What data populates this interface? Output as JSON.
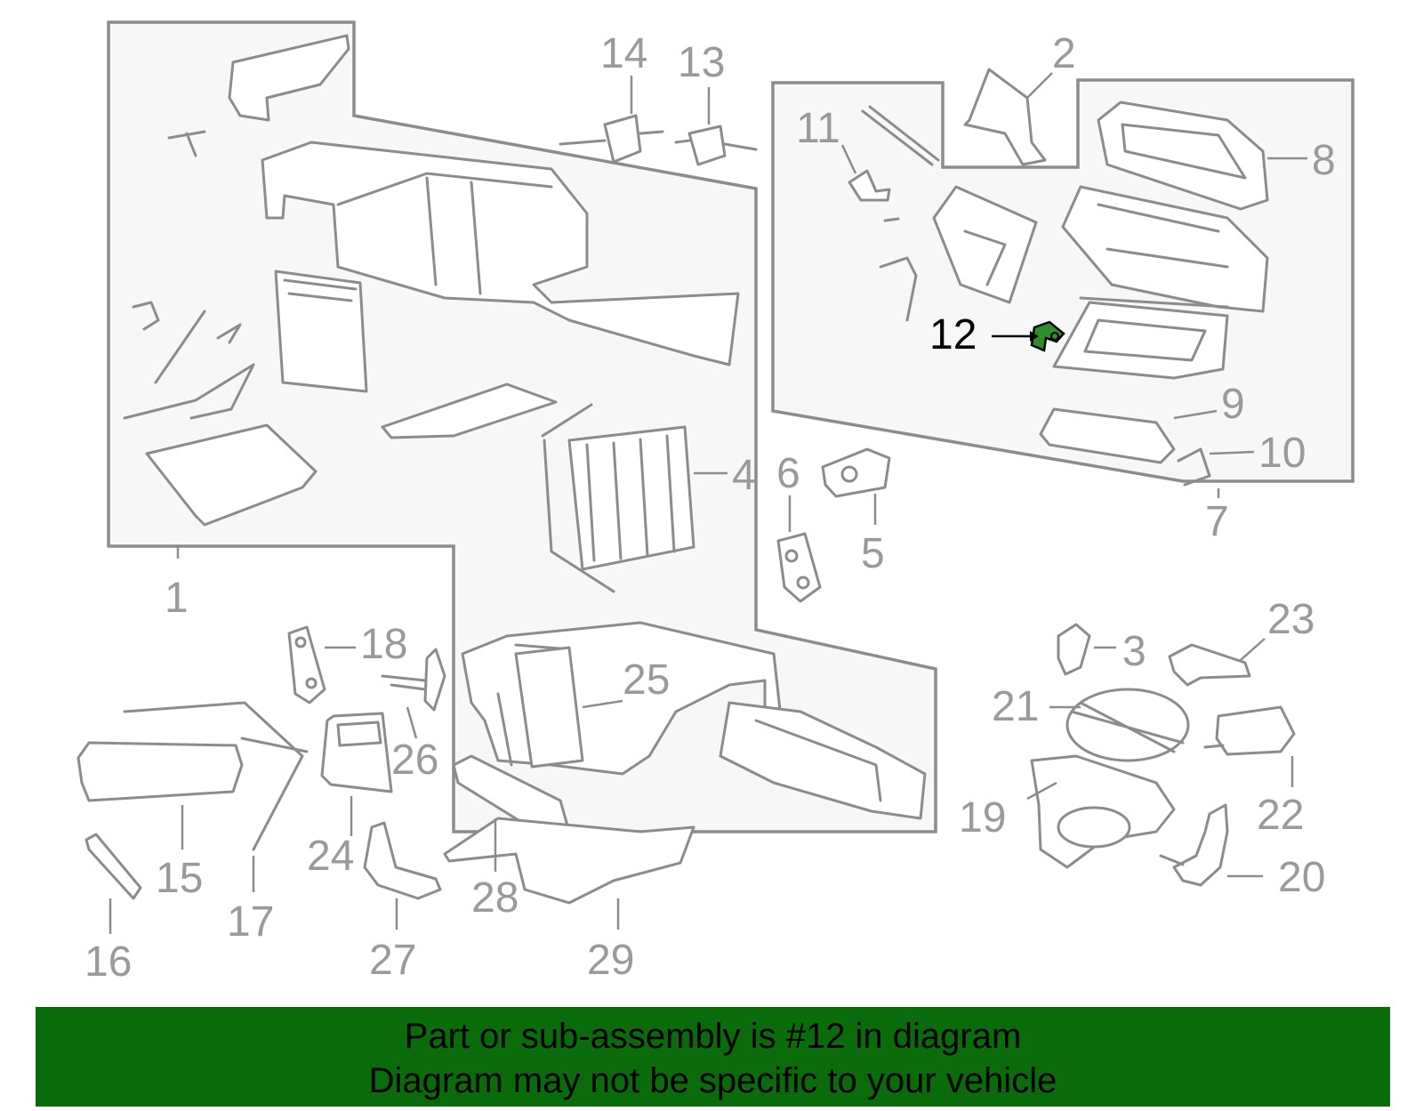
{
  "diagram": {
    "callouts": [
      "1",
      "2",
      "3",
      "4",
      "5",
      "6",
      "7",
      "8",
      "9",
      "10",
      "11",
      "12",
      "13",
      "14",
      "15",
      "16",
      "17",
      "18",
      "19",
      "20",
      "21",
      "22",
      "23",
      "24",
      "25",
      "26",
      "27",
      "28",
      "29"
    ],
    "highlighted_callout": "12",
    "highlight_color": "#2e8b2e",
    "line_color": "#8c8c8c"
  },
  "caption": {
    "line1": "Part or sub-assembly is #12 in diagram",
    "line2": "Diagram may not be specific to your vehicle",
    "background": "#0a6b0a"
  }
}
